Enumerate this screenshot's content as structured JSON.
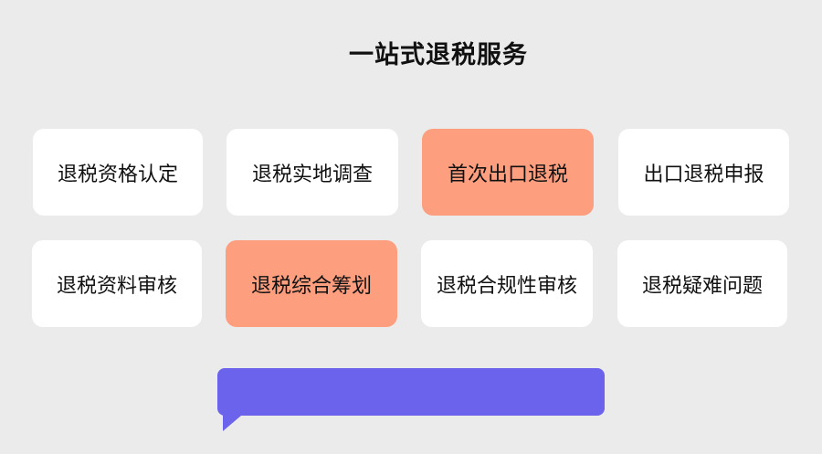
{
  "header": {
    "title": "一站式退税服务"
  },
  "colors": {
    "background": "#ebebeb",
    "card": "#ffffff",
    "highlight": "#fd9e7f",
    "bubble": "#6c63ec"
  },
  "services": {
    "row1": [
      {
        "label": "退税资格认定",
        "highlighted": false
      },
      {
        "label": "退税实地调查",
        "highlighted": false
      },
      {
        "label": "首次出口退税",
        "highlighted": true
      },
      {
        "label": "出口退税申报",
        "highlighted": false
      }
    ],
    "row2": [
      {
        "label": "退税资料审核",
        "highlighted": false
      },
      {
        "label": "退税综合筹划",
        "highlighted": true
      },
      {
        "label": "退税合规性审核",
        "highlighted": false
      },
      {
        "label": "退税疑难问题",
        "highlighted": false
      }
    ]
  },
  "bubble": {
    "text": ""
  }
}
